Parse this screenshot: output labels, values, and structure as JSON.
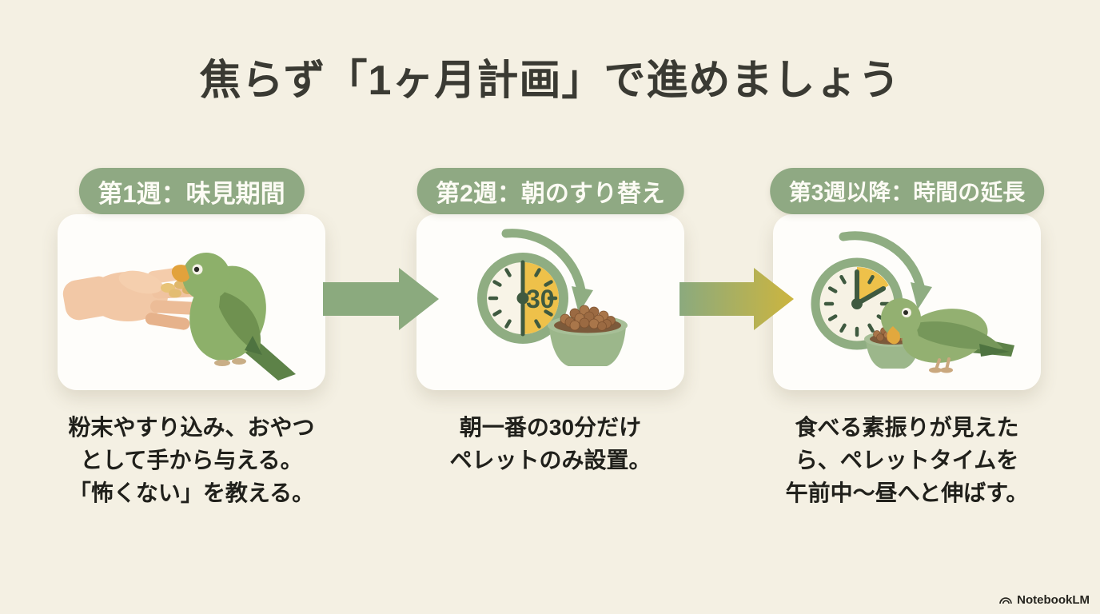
{
  "title": "焦らず「1ヶ月計画」で進めましょう",
  "steps": [
    {
      "header": "第1週：味見期間",
      "lines": [
        "粉末やすり込み、おやつ",
        "として手から与える。",
        "「怖くない」を教える。"
      ],
      "illustration": "hand-offering-treat-to-parrot"
    },
    {
      "header": "第2週：朝のすり替え",
      "lines": [
        "朝一番の30分だけ",
        "ペレットのみ設置。"
      ],
      "timer_label": "30",
      "illustration": "half-yellow-timer-with-pellet-bowl"
    },
    {
      "header": "第3週以降：時間の延長",
      "lines": [
        "食べる素振りが見えた",
        "ら、ペレットタイムを",
        "午前中〜昼へと伸ばす。"
      ],
      "illustration": "clock-with-parrot-eating-from-bowl"
    }
  ],
  "arrows": [
    {
      "from": "week1",
      "to": "week2",
      "style": "solid-green"
    },
    {
      "from": "week2",
      "to": "week3",
      "style": "green-to-gold-gradient"
    }
  ],
  "footer": {
    "brand": "NotebookLM"
  },
  "colors": {
    "background": "#f4f0e3",
    "card": "#fefdfa",
    "pill_green": "#8fa983",
    "arrow_green": "#8baa7e",
    "arrow_gold": "#ccb53f",
    "clock_yellow": "#eec14a",
    "clock_dark_green": "#3f5a40",
    "bowl_green": "#9cb78b",
    "pellet_brown": "#a9764a",
    "parrot_green": "#8db06a",
    "title_text": "#3a3a33",
    "body_text": "#20201b"
  }
}
